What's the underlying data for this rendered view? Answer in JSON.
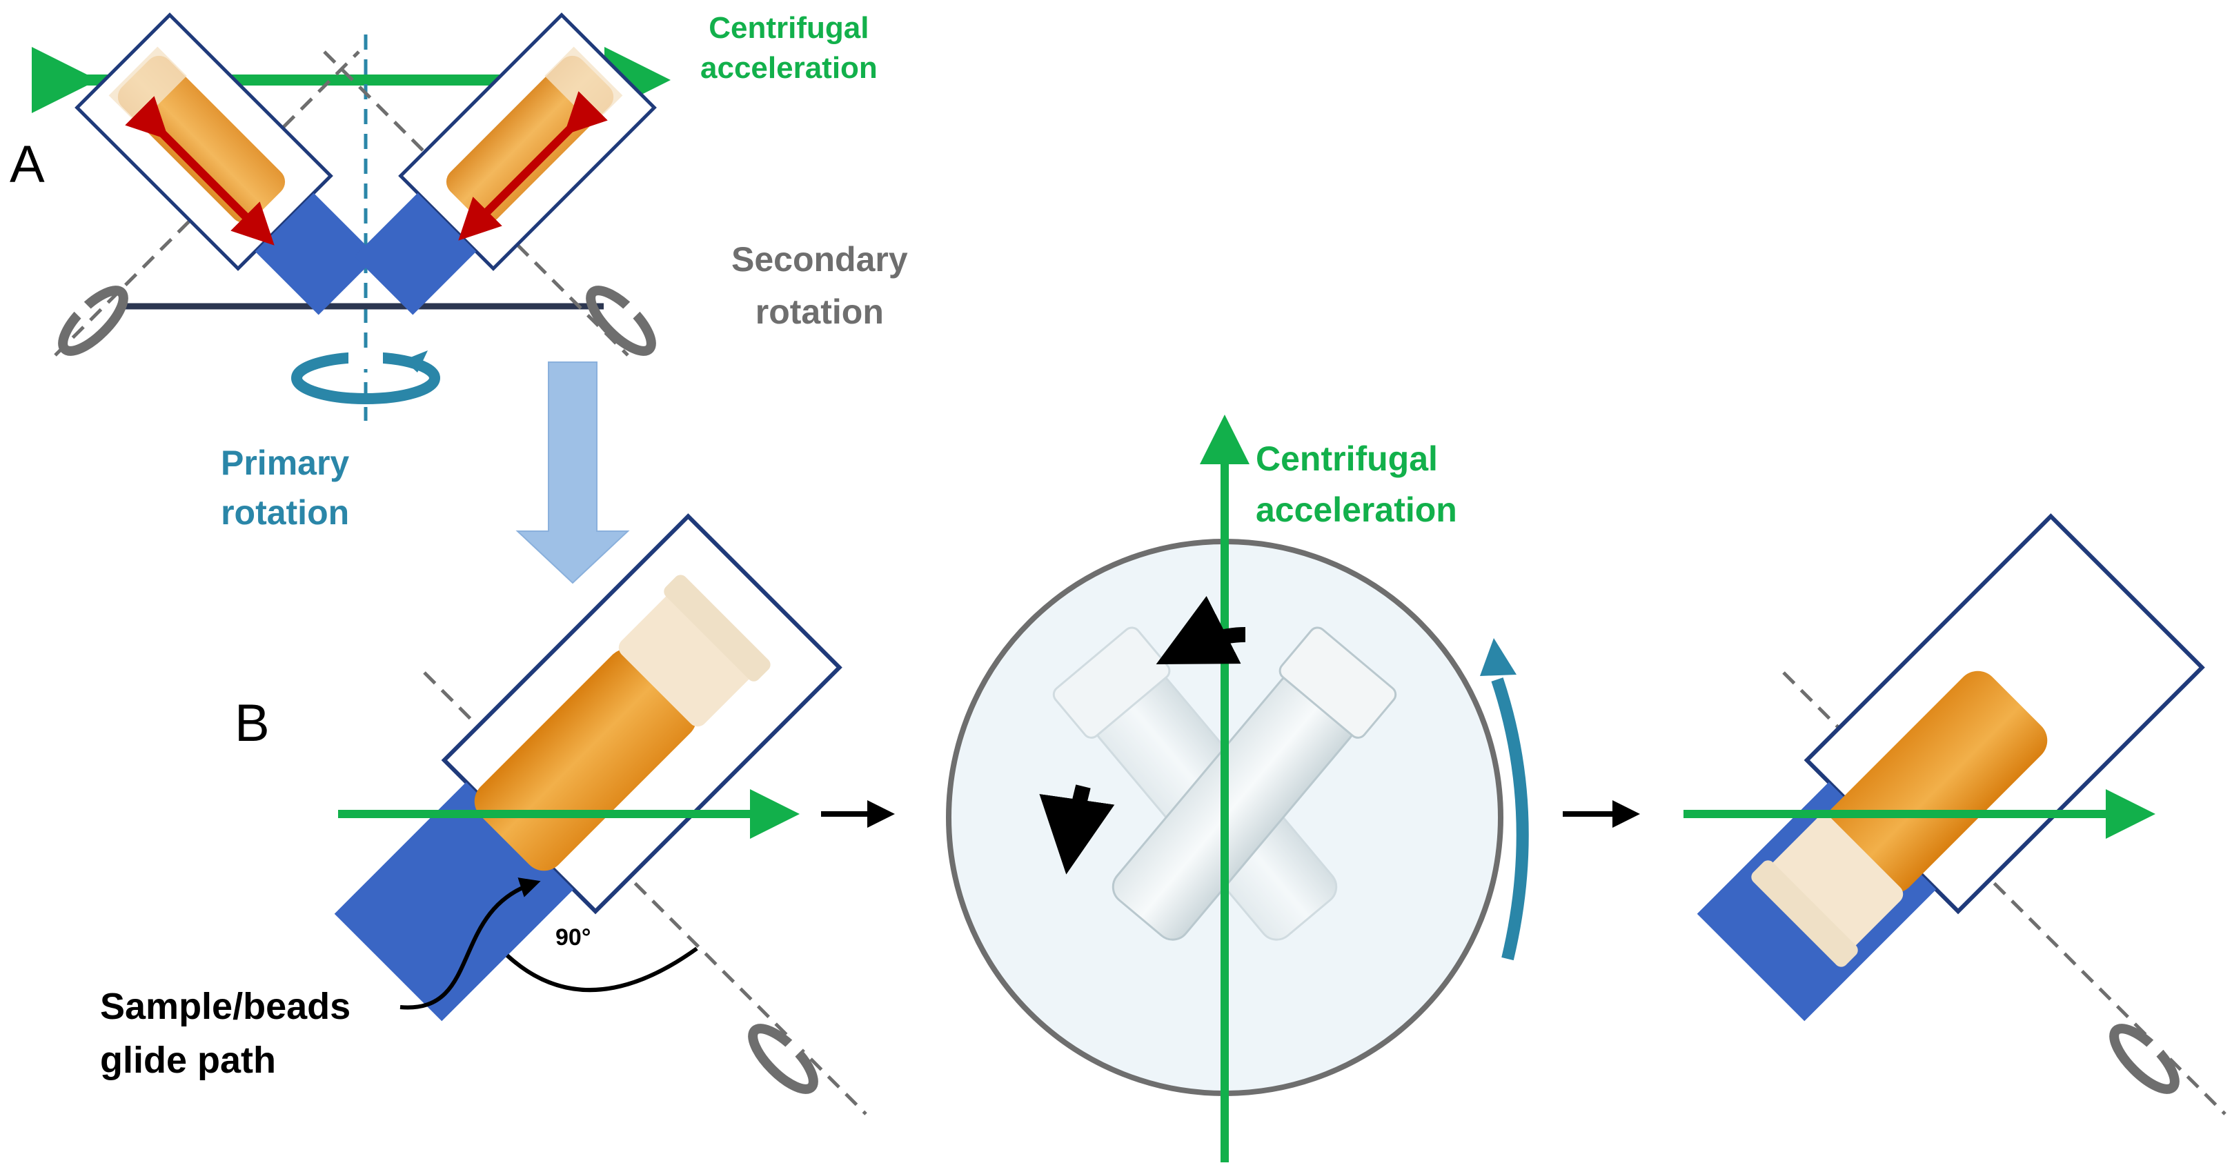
{
  "panels": {
    "a": "A",
    "b": "B"
  },
  "labels": {
    "centrifugal_a_line1": "Centrifugal",
    "centrifugal_a_line2": "acceleration",
    "secondary_line1": "Secondary",
    "secondary_line2": "rotation",
    "primary_line1": "Primary",
    "primary_line2": "rotation",
    "centrifugal_b_line1": "Centrifugal",
    "centrifugal_b_line2": "acceleration",
    "angle": "90°",
    "glide_line1": "Sample/beads",
    "glide_line2": "glide path"
  },
  "colors": {
    "centrifugal_arrow": "#12b04b",
    "holder_outline": "#1f3a7a",
    "holder_block": "#3a66c4",
    "sample": "#e69a2a",
    "red_arrow": "#c00000",
    "primary_rotation": "#2a86a8",
    "secondary_rotation": "#6e6e6e",
    "transition_arrow": "#9ec0e6",
    "rotor_fill": "#eef5f9"
  },
  "icons": [
    "double-headed-arrow",
    "rotation-arrow-icon",
    "transition-arrow",
    "tube",
    "rotor-disc"
  ]
}
